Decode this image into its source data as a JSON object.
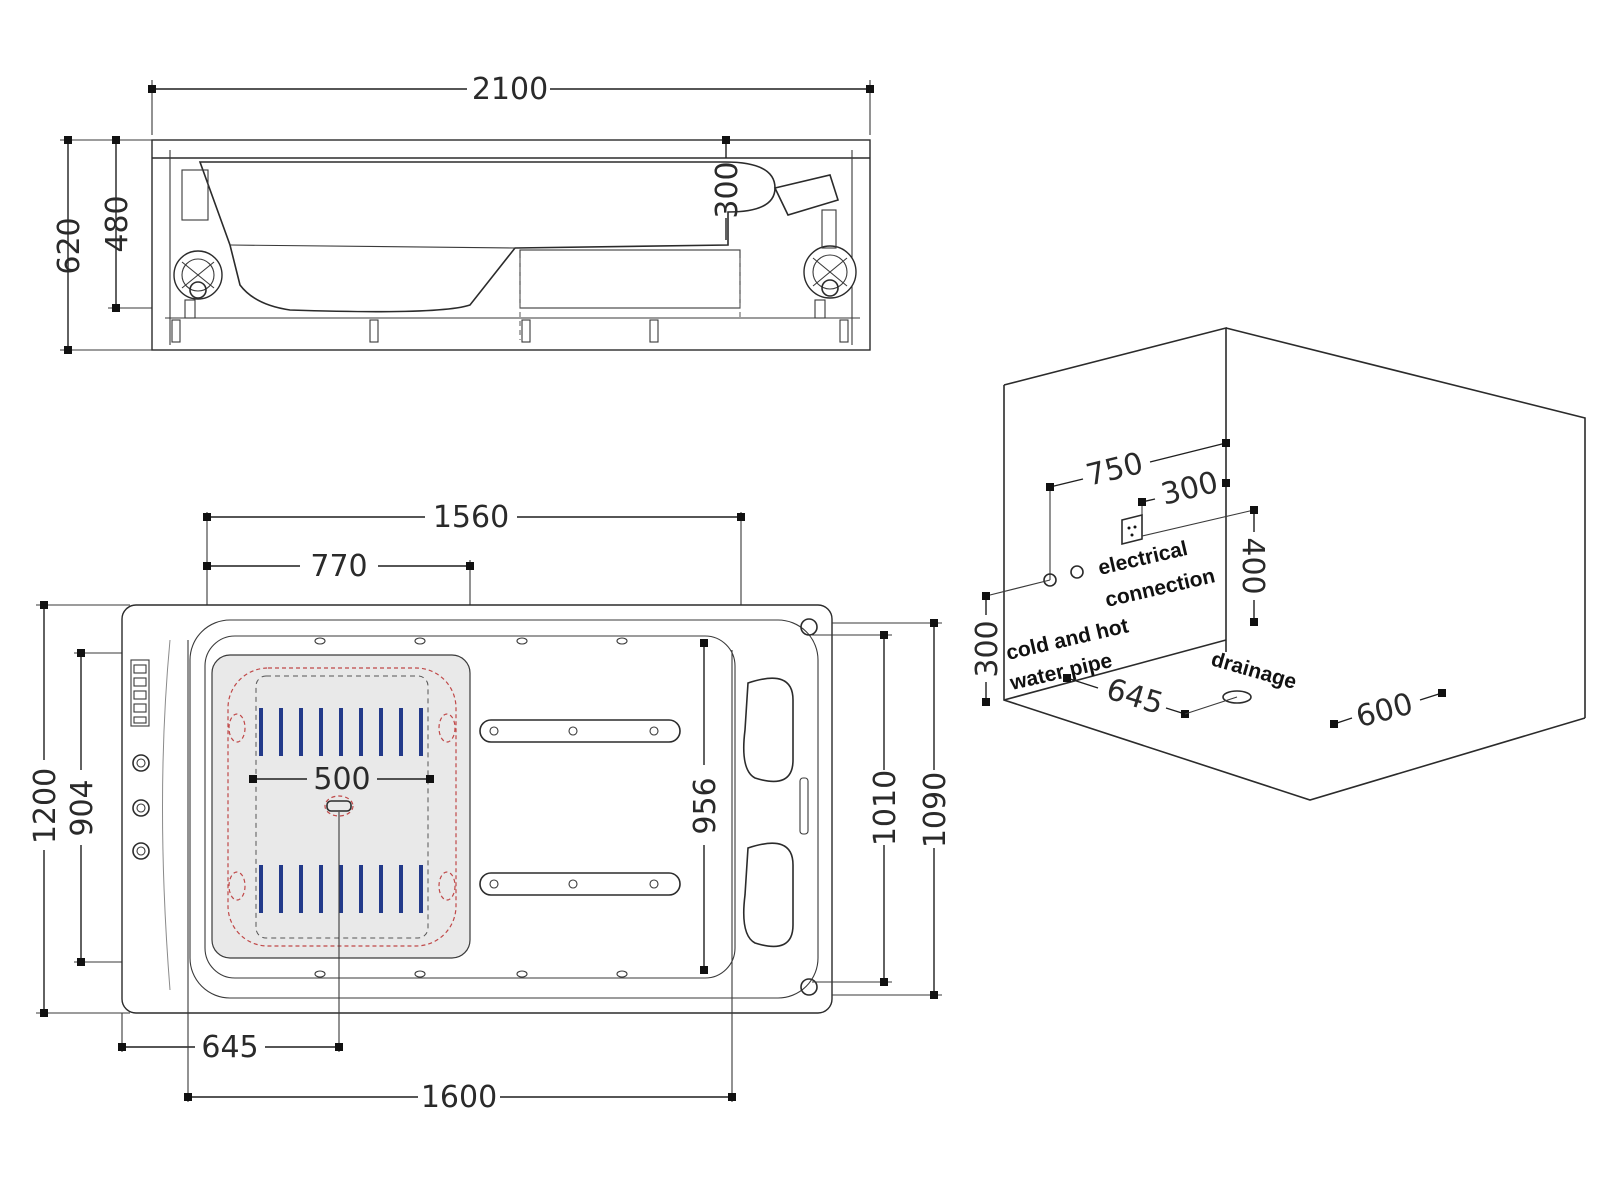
{
  "side_view": {
    "dim_length": "2100",
    "dim_height_total": "620",
    "dim_height_tub": "480",
    "dim_depth": "300"
  },
  "top_view": {
    "dim_outer_length": "1600",
    "dim_inner_length": "1560",
    "dim_seat_length": "770",
    "dim_seat_inner": "500",
    "dim_drain_offset": "645",
    "dim_outer_width": "1200",
    "dim_panel_width": "904",
    "dim_inner_width": "956",
    "dim_rim_width": "1010",
    "dim_deck_width": "1090"
  },
  "installation_view": {
    "dim_pipe_offset": "750",
    "dim_socket_offset": "300",
    "dim_socket_height": "400",
    "dim_pipe_height": "300",
    "dim_drain_offset": "645",
    "dim_drain_wall": "600",
    "label_electrical": "electrical",
    "label_connection": "connection",
    "label_pipes_1": "cold and hot",
    "label_pipes_2": "water pipe",
    "label_drainage": "drainage"
  },
  "colors": {
    "line": "#2b2b2b",
    "slot_accent": "#233a8a",
    "light_marker": "#c04848"
  },
  "icons": [
    "pump-motor-icon",
    "electrical-socket-icon",
    "drain-outlet-icon",
    "control-button-icon"
  ]
}
